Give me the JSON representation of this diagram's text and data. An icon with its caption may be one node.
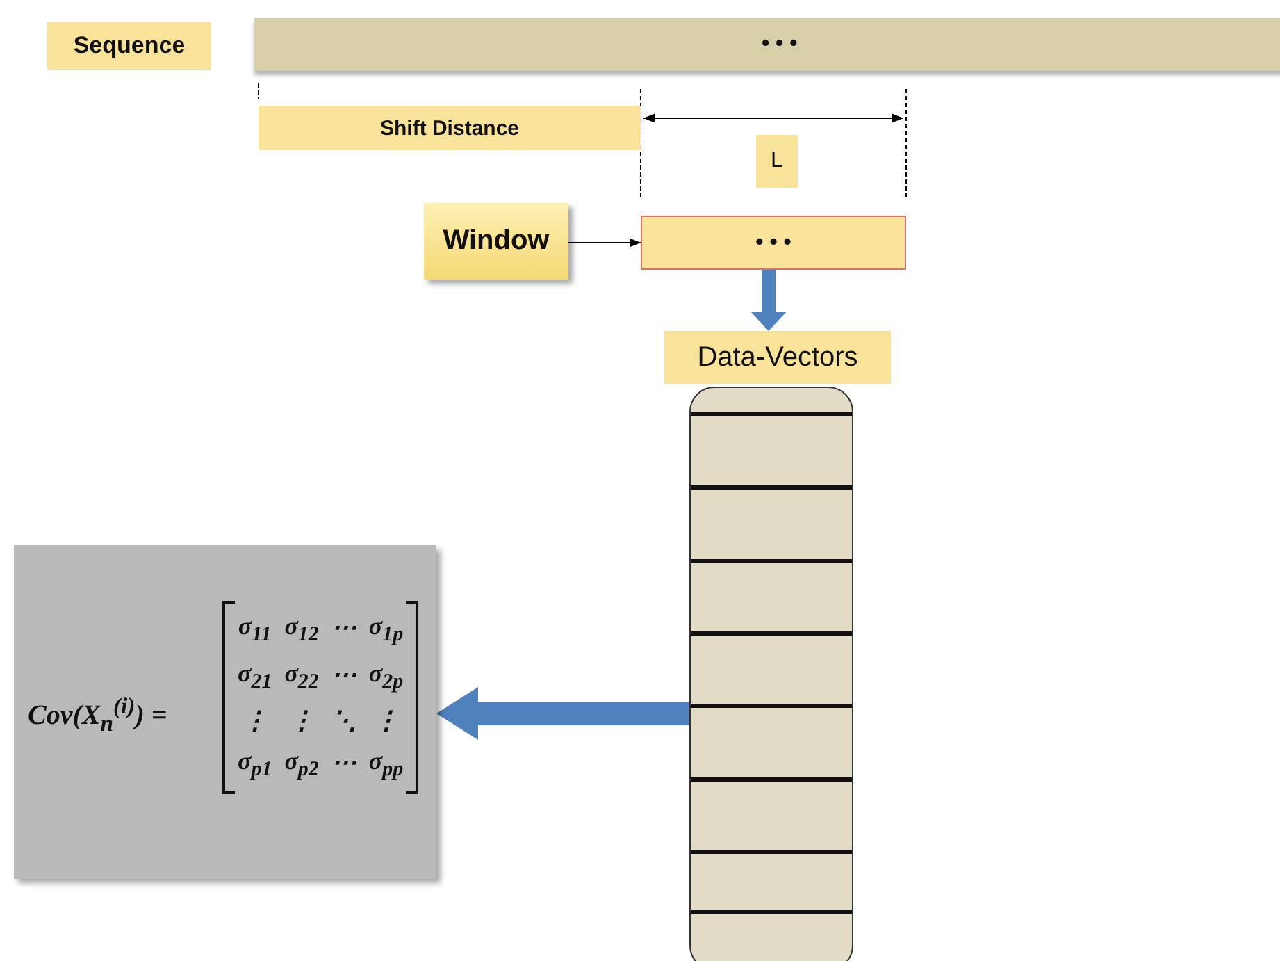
{
  "diagram": {
    "nodes": [
      {
        "text": [
          "Sequence"
        ]
      },
      {
        "text": [
          "• • •"
        ]
      },
      {
        "text": [
          "Shift Distance"
        ]
      },
      {
        "text": [
          "L"
        ]
      },
      {
        "text": [
          "Window"
        ]
      },
      {
        "text": [
          "• • •"
        ]
      },
      {
        "text": [
          "Data-Vectors"
        ]
      },
      {
        "text": [],
        "shape": "box"
      },
      {
        "text": [
          "Cov(X$_{n}$$^{(i)}$) ="
        ]
      },
      {
        "text": [
          "σ$_{11}$",
          "σ$_{12}$",
          "⋯",
          "σ$_{1p}$",
          "σ$_{21}$",
          "σ$_{22}$",
          "⋯",
          "σ$_{2p}$",
          "⋮",
          "⋮",
          "⋱",
          "⋮",
          "σ$_{p1}$",
          "σ$_{p2}$",
          "⋯",
          "σ$_{pp}$"
        ],
        "in": 8
      }
    ],
    "edges": [
      {
        "from": 4,
        "to": 5,
        "arrow": "to",
        "color": "#000000"
      },
      {
        "from": 5,
        "to": 6,
        "arrow": "to",
        "color": "#4f81bd"
      },
      {
        "from": 7,
        "to": 8,
        "arrow": "to",
        "color": "#4f81bd"
      }
    ]
  }
}
